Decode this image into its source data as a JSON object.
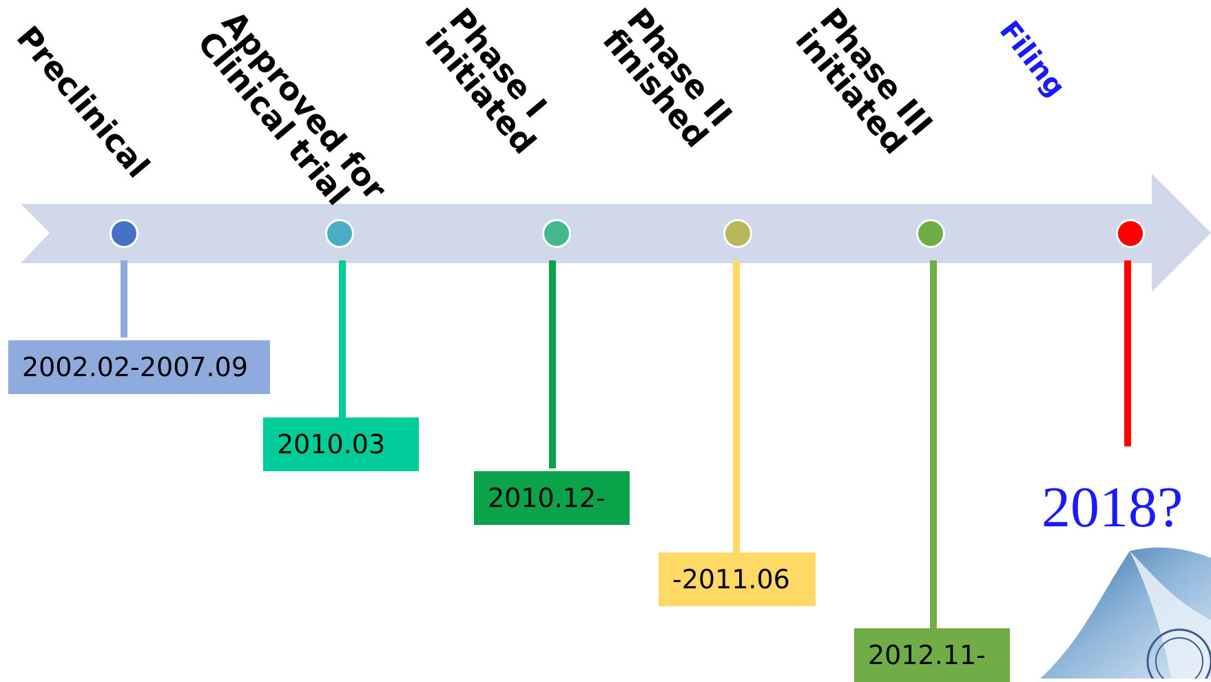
{
  "stages": [
    {
      "label": "Preclinical",
      "date": "2002.02-2007.09",
      "dot_color": "#4472c4",
      "stem_color": "#8faadc",
      "box_color": "#8faadc"
    },
    {
      "label": "Approved for\nClinical trial",
      "date": "2010.03",
      "dot_color": "#4bacc6",
      "stem_color": "#00cc99",
      "box_color": "#00cc99"
    },
    {
      "label": "Phase I\ninitiated",
      "date": "2010.12-",
      "dot_color": "#43b88e",
      "stem_color": "#0aa34a",
      "box_color": "#0aa34a"
    },
    {
      "label": "Phase II\nfinished",
      "date": "-2011.06",
      "dot_color": "#b8b85a",
      "stem_color": "#ffd966",
      "box_color": "#ffd966"
    },
    {
      "label": "Phase III\ninitiated",
      "date": "2012.11-",
      "dot_color": "#70ad47",
      "stem_color": "#70ad47",
      "box_color": "#70ad47"
    },
    {
      "label": "Filing",
      "date": "2018?",
      "dot_color": "#ff0000",
      "stem_color": "#ff0000",
      "box_color": ""
    }
  ],
  "arrow_color": "#d0d8ea"
}
